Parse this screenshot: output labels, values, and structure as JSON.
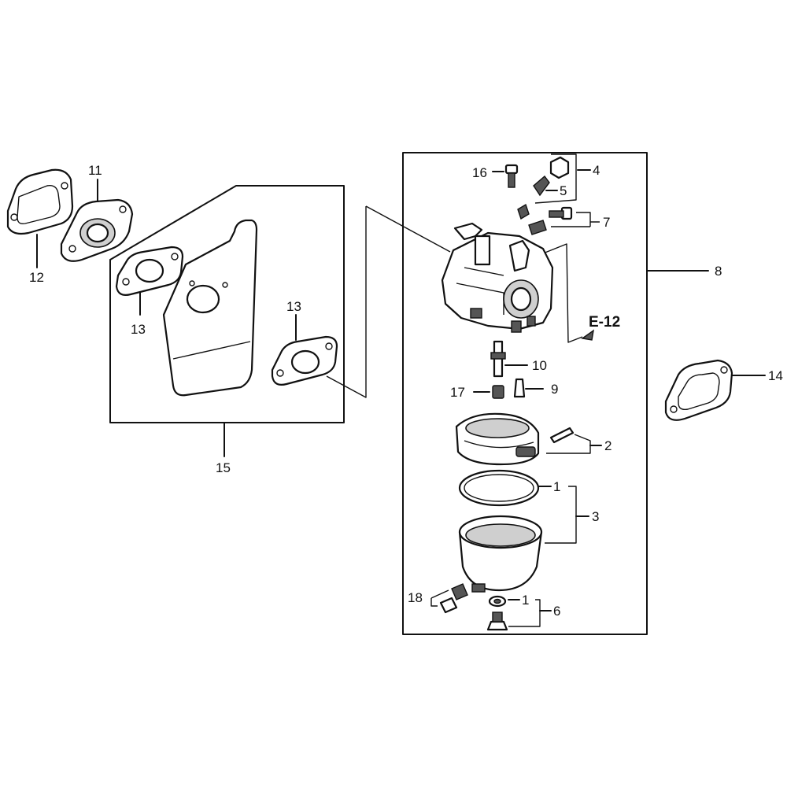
{
  "callouts": [
    {
      "id": "c1a",
      "text": "1"
    },
    {
      "id": "c1b",
      "text": "1"
    },
    {
      "id": "c2",
      "text": "2"
    },
    {
      "id": "c3",
      "text": "3"
    },
    {
      "id": "c4",
      "text": "4"
    },
    {
      "id": "c5",
      "text": "5"
    },
    {
      "id": "c6",
      "text": "6"
    },
    {
      "id": "c7",
      "text": "7"
    },
    {
      "id": "c8",
      "text": "8"
    },
    {
      "id": "c9",
      "text": "9"
    },
    {
      "id": "c10",
      "text": "10"
    },
    {
      "id": "c11",
      "text": "11"
    },
    {
      "id": "c12",
      "text": "12"
    },
    {
      "id": "c13a",
      "text": "13"
    },
    {
      "id": "c13b",
      "text": "13"
    },
    {
      "id": "c14",
      "text": "14"
    },
    {
      "id": "c15",
      "text": "15"
    },
    {
      "id": "c16",
      "text": "16"
    },
    {
      "id": "c17",
      "text": "17"
    },
    {
      "id": "c18",
      "text": "18"
    }
  ],
  "reference": {
    "text": "E-12"
  }
}
